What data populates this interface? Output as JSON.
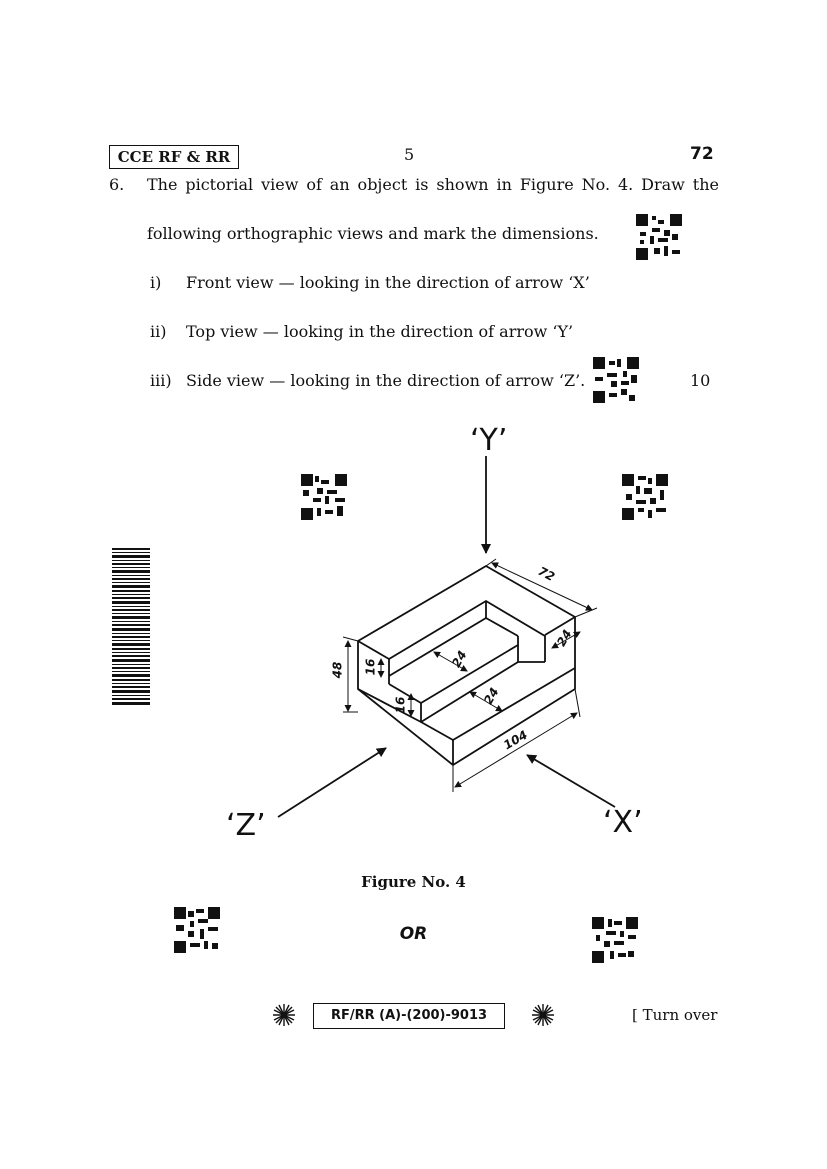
{
  "header": {
    "series": "CCE RF & RR",
    "page_number": "5",
    "paper_code": "72"
  },
  "question": {
    "number": "6.",
    "line1": "The pictorial view of an object is shown in Figure No. 4. Draw the",
    "line2": "following orthographic views and mark the dimensions.",
    "items": [
      {
        "roman": "i)",
        "text": "Front view — looking in the direction of arrow ‘X’"
      },
      {
        "roman": "ii)",
        "text": "Top view — looking in the direction of arrow ‘Y’"
      },
      {
        "roman": "iii)",
        "text": "Side view — looking in the direction of arrow ‘Z’."
      }
    ],
    "marks": "10"
  },
  "figure": {
    "labels": {
      "y": "‘Y’",
      "z": "‘Z’",
      "x": "‘X’"
    },
    "dimensions": {
      "d72": "72",
      "d24_right": "24",
      "d48": "48",
      "d16_top": "16",
      "d16_bottom": "16",
      "d24_step": "24",
      "d24_lower": "24",
      "d104": "104"
    },
    "caption": "Figure No. 4"
  },
  "separator": "OR",
  "footer": {
    "code": "RF/RR (A)-(200)-9013",
    "turn_over": "[ Turn over"
  }
}
